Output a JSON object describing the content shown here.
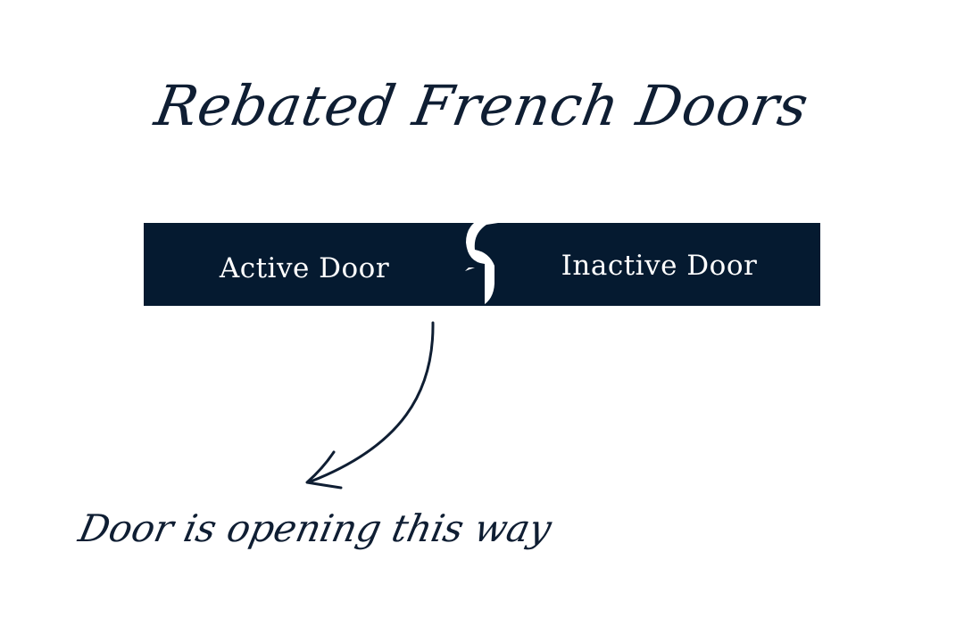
{
  "title": "Rebated French Doors",
  "doors": {
    "active_label": "Active Door",
    "inactive_label": "Inactive Door"
  },
  "caption": "Door is opening this way",
  "colors": {
    "door_fill": "#051a30",
    "ink": "#0f1e33",
    "background": "#ffffff"
  }
}
